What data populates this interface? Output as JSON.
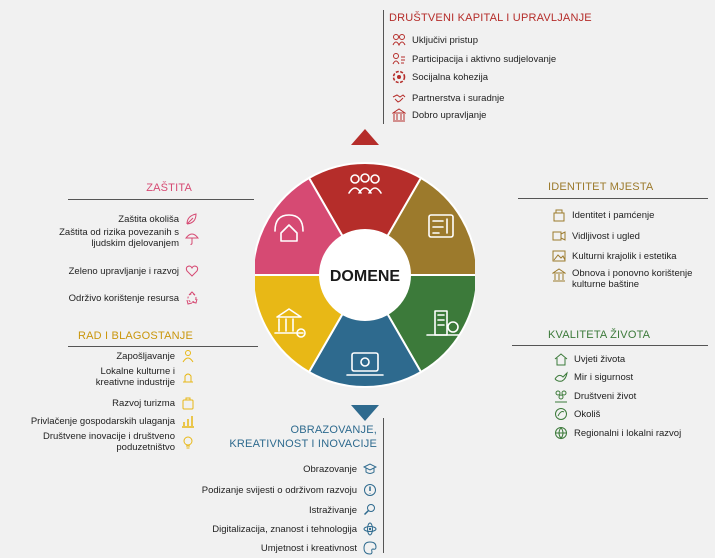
{
  "center_label": "DOMENE",
  "colors": {
    "social": "#b52d2a",
    "identity": "#9c7a2c",
    "quality": "#3c7a3a",
    "education": "#2e6a8e",
    "work": "#e8b816",
    "protection": "#d64a73",
    "text": "#222222"
  },
  "sections": {
    "social": {
      "title": "DRUŠTVENI KAPITAL I UPRAVLJANJE",
      "items": [
        {
          "label": "Uključivi pristup",
          "icon": "people-inclusion-icon"
        },
        {
          "label": "Participacija i aktivno sudjelovanje",
          "icon": "people-participation-icon"
        },
        {
          "label": "Socijalna kohezija",
          "icon": "social-cohesion-icon"
        },
        {
          "label": "Partnerstva i suradnje",
          "icon": "handshake-icon"
        },
        {
          "label": "Dobro upravljanje",
          "icon": "governance-building-icon"
        }
      ]
    },
    "identity": {
      "title": "IDENTITET MJESTA",
      "items": [
        {
          "label": "Identitet i pamćenje",
          "icon": "identity-memory-icon"
        },
        {
          "label": "Vidljivost i ugled",
          "icon": "visibility-icon"
        },
        {
          "label": "Kulturni krajolik i estetika",
          "icon": "landscape-icon"
        },
        {
          "label": "Obnova i ponovno korištenje kulturne baštine",
          "icon": "heritage-temple-icon"
        }
      ]
    },
    "quality": {
      "title": "KVALITETA ŽIVOTA",
      "items": [
        {
          "label": "Uvjeti života",
          "icon": "house-icon"
        },
        {
          "label": "Mir i sigurnost",
          "icon": "dove-icon"
        },
        {
          "label": "Društveni život",
          "icon": "community-icon"
        },
        {
          "label": "Okoliš",
          "icon": "environment-icon"
        },
        {
          "label": "Regionalni i lokalni razvoj",
          "icon": "globe-icon"
        }
      ]
    },
    "education": {
      "title_line1": "OBRAZOVANJE,",
      "title_line2": "KREATIVNOST I INOVACIJE",
      "items": [
        {
          "label": "Obrazovanje",
          "icon": "graduation-cap-icon"
        },
        {
          "label": "Podizanje svijesti o održivom razvoju",
          "icon": "awareness-icon"
        },
        {
          "label": "Istraživanje",
          "icon": "magnifier-icon"
        },
        {
          "label": "Digitalizacija, znanost i tehnologija",
          "icon": "atom-icon"
        },
        {
          "label": "Umjetnost i kreativnost",
          "icon": "palette-icon"
        }
      ]
    },
    "work": {
      "title": "RAD I BLAGOSTANJE",
      "items": [
        {
          "label": "Zapošljavanje",
          "icon": "worker-icon"
        },
        {
          "label": "Lokalne kulturne i kreativne industrije",
          "icon": "craft-icon"
        },
        {
          "label": "Razvoj turizma",
          "icon": "luggage-icon"
        },
        {
          "label": "Privlačenje gospodarskih ulaganja",
          "icon": "investment-icon"
        },
        {
          "label": "Društvene inovacije i društveno poduzetništvo",
          "icon": "innovation-icon"
        }
      ]
    },
    "protection": {
      "title": "ZAŠTITA",
      "items": [
        {
          "label": "Zaštita okoliša",
          "icon": "leaf-hand-icon"
        },
        {
          "label": "Zaštita od rizika povezanih s ljudskim djelovanjem",
          "icon": "umbrella-icon"
        },
        {
          "label": "Zeleno upravljanje i razvoj",
          "icon": "green-heart-icon"
        },
        {
          "label": "Održivo korištenje resursa",
          "icon": "recycle-icon"
        }
      ]
    }
  }
}
